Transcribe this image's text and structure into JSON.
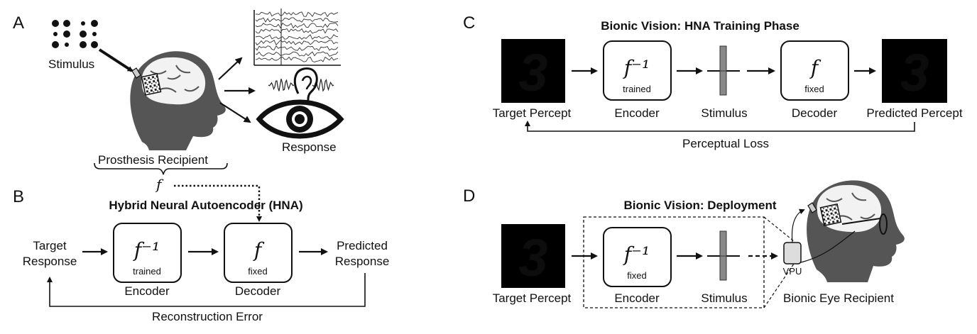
{
  "panels": {
    "a": "A",
    "b": "B",
    "c": "C",
    "d": "D"
  },
  "a": {
    "stimulus": "Stimulus",
    "response": "Response",
    "recipient": "Prosthesis Recipient",
    "f_symbol": "f"
  },
  "b": {
    "title": "Hybrid Neural Autoencoder (HNA)",
    "target": [
      "Target",
      "Response"
    ],
    "predicted": [
      "Predicted",
      "Response"
    ],
    "encoder": "Encoder",
    "decoder": "Decoder",
    "enc_symbol": "f⁻¹",
    "dec_symbol": "f",
    "enc_note": "trained",
    "dec_note": "fixed",
    "loss": "Reconstruction Error"
  },
  "c": {
    "title": "Bionic Vision: HNA Training Phase",
    "target": "Target Percept",
    "encoder": "Encoder",
    "stimulus": "Stimulus",
    "decoder": "Decoder",
    "predicted": "Predicted Percept",
    "enc_symbol": "f⁻¹",
    "dec_symbol": "f",
    "enc_note": "trained",
    "dec_note": "fixed",
    "loss": "Perceptual Loss"
  },
  "d": {
    "title": "Bionic Vision: Deployment",
    "target": "Target Percept",
    "encoder": "Encoder",
    "stimulus": "Stimulus",
    "vpu": "VPU",
    "recipient": "Bionic Eye Recipient",
    "enc_symbol": "f⁻¹",
    "enc_note": "fixed"
  },
  "digit": "3"
}
